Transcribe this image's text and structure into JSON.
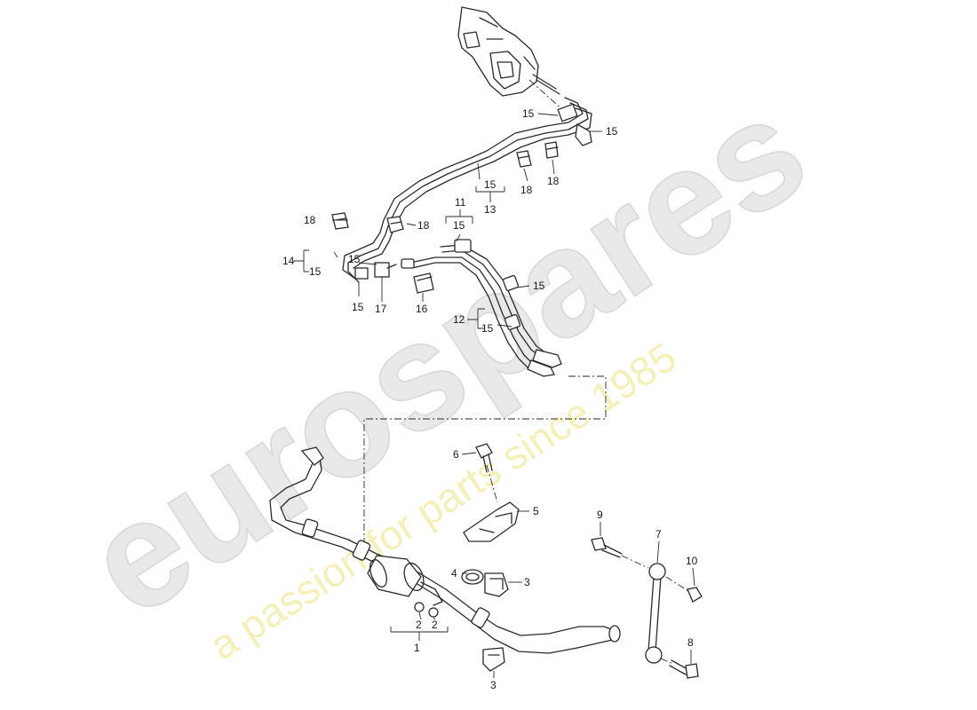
{
  "watermark": {
    "logo": "eurospares",
    "tagline": "a passion for parts since 1985"
  },
  "callouts": {
    "c1": "1",
    "c2a": "2",
    "c2b": "2",
    "c3a": "3",
    "c3b": "3",
    "c4": "4",
    "c5": "5",
    "c6": "6",
    "c7": "7",
    "c8": "8",
    "c9": "9",
    "c10": "10",
    "c11": "11",
    "c12": "12",
    "c13": "13",
    "c14": "14",
    "c15_top": "15",
    "c15_right": "15",
    "c15_13": "15",
    "c15_11": "15",
    "c15_hose": "15",
    "c15_12": "15",
    "c15_14": "15",
    "c15_mid": "15",
    "c15_bot": "15",
    "c16": "16",
    "c17": "17",
    "c18_left": "18",
    "c18_mid": "18",
    "c18_r1": "18",
    "c18_r2": "18"
  },
  "colors": {
    "line": "#2a2a2a",
    "watermark_logo": "#e9e9e9",
    "watermark_tag": "#f2eca0"
  }
}
